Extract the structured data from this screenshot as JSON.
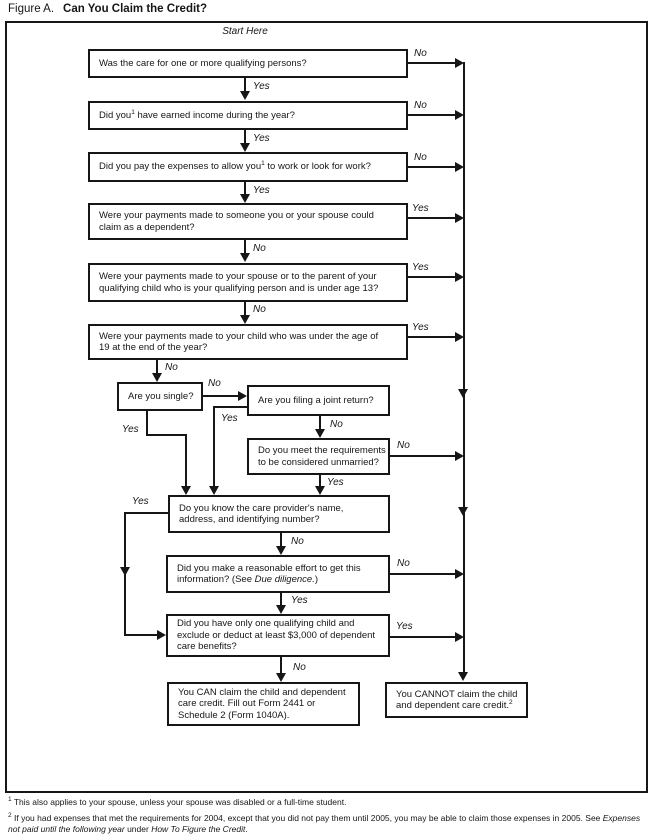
{
  "title": {
    "prefix": "Figure A.",
    "main": "Can You Claim the Credit?"
  },
  "start_here": "Start Here",
  "labels": {
    "yes": "Yes",
    "no": "No"
  },
  "boxes": {
    "qualifying_persons": {
      "line1": "Was the care for one or more qualifying persons?"
    },
    "earned_income": {
      "pre": "Did you",
      "sup": "1",
      "post": " have earned income during the year?"
    },
    "pay_expenses": {
      "pre": "Did you pay the expenses to allow you",
      "sup": "1",
      "post": " to work or look for work?"
    },
    "claim_dependent": {
      "line1": "Were your payments made to someone you or your spouse could",
      "line2": "claim as a dependent?"
    },
    "spouse_parent": {
      "line1": "Were your payments made to your spouse or to the parent of your",
      "line2": "qualifying child who is your qualifying person and is under age 13?"
    },
    "child_under_19": {
      "line1": "Were your payments made to your child who was under the age of",
      "line2": "19 at the end of the year?"
    },
    "are_you_single": {
      "line1": "Are you single?"
    },
    "joint_return": {
      "line1": "Are you filing a joint return?"
    },
    "considered_unmarried": {
      "line1": "Do you meet the requirements",
      "line2": "to be considered unmarried?"
    },
    "provider_info": {
      "line1": "Do you know the care provider's name,",
      "line2": "address, and identifying number?"
    },
    "reasonable_effort": {
      "line1": "Did you make a reasonable effort to get this",
      "line2_pre": "information? (See ",
      "line2_italic": "Due diligence.",
      "line2_post": ")"
    },
    "one_qualifying_child": {
      "line1": "Did you have only one qualifying child and",
      "line2": "exclude or deduct at least $3,000 of dependent",
      "line3": "care benefits?"
    },
    "can_claim": {
      "line1": "You CAN claim the child and dependent",
      "line2": "care credit. Fill out Form 2441 or",
      "line3": "Schedule 2 (Form 1040A)."
    },
    "cannot_claim": {
      "line1": "You CANNOT claim the child",
      "line2": "and dependent care credit.",
      "sup": "2"
    }
  },
  "footnotes": [
    {
      "sup": "1",
      "text": "This also applies to your spouse, unless your spouse was disabled or a full-time student."
    },
    {
      "sup": "2",
      "pre": "If you had expenses that met the requirements for 2004, except that you did not pay them until 2005, you may be able to claim those expenses in 2005. See ",
      "italic1": "Expenses not paid until the following year",
      "mid": " under ",
      "italic2": "How To Figure the Credit",
      "post": "."
    }
  ],
  "colors": {
    "ink": "#161616",
    "background": "#ffffff"
  }
}
